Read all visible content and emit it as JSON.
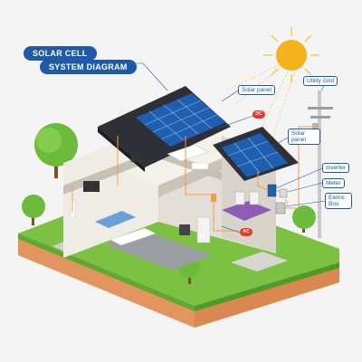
{
  "title": {
    "line1": "SOLAR CELL",
    "line2": "SYSTEM DIAGRAM"
  },
  "labels": {
    "utility_grid": "Utility Grid",
    "solar_panel_1": "Solar panel",
    "solar_panel_2": "Solar panel",
    "inverter": "Inverter",
    "meter": "Meter",
    "electric_box": "Eletric Box",
    "dc": "DC",
    "ac": "AC"
  },
  "colors": {
    "title_bg": "#1e5aa8",
    "sun": "#f6b21b",
    "solar_panel": "#1f5fb0",
    "roof": "#2f2f38",
    "grass": "#7cc142",
    "soil": "#e9a36b",
    "wall": "#e9e6e0",
    "wire": "#f2a23a",
    "badge": "#e63b2e"
  }
}
